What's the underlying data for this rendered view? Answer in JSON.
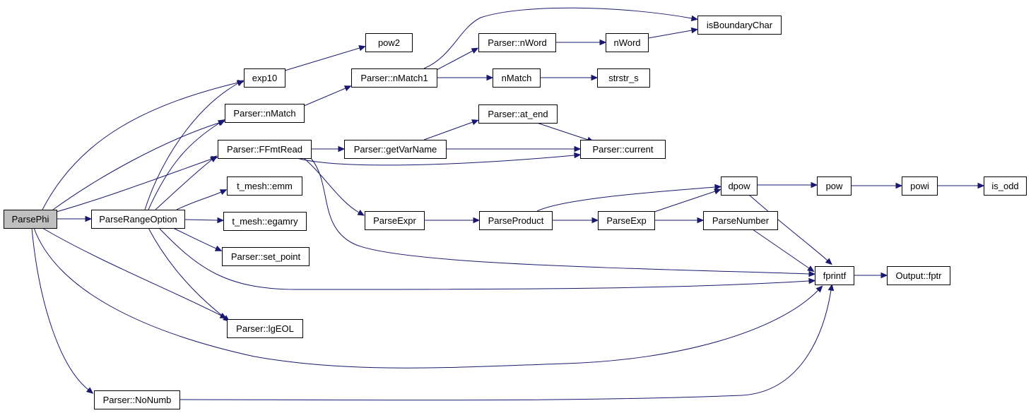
{
  "edge_color": "#191970",
  "root_fill": "#bfbfbf",
  "nodes": [
    {
      "id": "ParsePhi",
      "label": "ParsePhi"
    },
    {
      "id": "ParseRangeOption",
      "label": "ParseRangeOption"
    },
    {
      "id": "exp10",
      "label": "exp10"
    },
    {
      "id": "pow2",
      "label": "pow2"
    },
    {
      "id": "Parser_nMatch",
      "label": "Parser::nMatch"
    },
    {
      "id": "Parser_nMatch1",
      "label": "Parser::nMatch1"
    },
    {
      "id": "Parser_nWord",
      "label": "Parser::nWord"
    },
    {
      "id": "nWord",
      "label": "nWord"
    },
    {
      "id": "isBoundaryChar",
      "label": "isBoundaryChar"
    },
    {
      "id": "nMatch",
      "label": "nMatch"
    },
    {
      "id": "strstr_s",
      "label": "strstr_s"
    },
    {
      "id": "Parser_FFmtRead",
      "label": "Parser::FFmtRead"
    },
    {
      "id": "Parser_getVarName",
      "label": "Parser::getVarName"
    },
    {
      "id": "Parser_at_end",
      "label": "Parser::at_end"
    },
    {
      "id": "Parser_current",
      "label": "Parser::current"
    },
    {
      "id": "t_mesh_emm",
      "label": "t_mesh::emm"
    },
    {
      "id": "t_mesh_egamry",
      "label": "t_mesh::egamry"
    },
    {
      "id": "Parser_set_point",
      "label": "Parser::set_point"
    },
    {
      "id": "Parser_lgEOL",
      "label": "Parser::lgEOL"
    },
    {
      "id": "ParseExpr",
      "label": "ParseExpr"
    },
    {
      "id": "ParseProduct",
      "label": "ParseProduct"
    },
    {
      "id": "ParseExp",
      "label": "ParseExp"
    },
    {
      "id": "ParseNumber",
      "label": "ParseNumber"
    },
    {
      "id": "dpow",
      "label": "dpow"
    },
    {
      "id": "pow",
      "label": "pow"
    },
    {
      "id": "powi",
      "label": "powi"
    },
    {
      "id": "is_odd",
      "label": "is_odd"
    },
    {
      "id": "fprintf",
      "label": "fprintf"
    },
    {
      "id": "Output_fptr",
      "label": "Output::fptr"
    },
    {
      "id": "Parser_NoNumb",
      "label": "Parser::NoNumb"
    }
  ],
  "edges": [
    {
      "from": "ParsePhi",
      "to": "ParseRangeOption"
    },
    {
      "from": "ParsePhi",
      "to": "exp10"
    },
    {
      "from": "ParsePhi",
      "to": "Parser_nMatch"
    },
    {
      "from": "ParsePhi",
      "to": "Parser_FFmtRead"
    },
    {
      "from": "ParsePhi",
      "to": "Parser_lgEOL"
    },
    {
      "from": "ParsePhi",
      "to": "fprintf"
    },
    {
      "from": "ParsePhi",
      "to": "Parser_NoNumb"
    },
    {
      "from": "ParseRangeOption",
      "to": "exp10"
    },
    {
      "from": "ParseRangeOption",
      "to": "Parser_nMatch"
    },
    {
      "from": "ParseRangeOption",
      "to": "Parser_FFmtRead"
    },
    {
      "from": "ParseRangeOption",
      "to": "t_mesh_emm"
    },
    {
      "from": "ParseRangeOption",
      "to": "t_mesh_egamry"
    },
    {
      "from": "ParseRangeOption",
      "to": "Parser_set_point"
    },
    {
      "from": "ParseRangeOption",
      "to": "Parser_lgEOL"
    },
    {
      "from": "ParseRangeOption",
      "to": "fprintf"
    },
    {
      "from": "exp10",
      "to": "pow2"
    },
    {
      "from": "Parser_nMatch",
      "to": "Parser_nMatch1"
    },
    {
      "from": "Parser_nMatch1",
      "to": "isBoundaryChar"
    },
    {
      "from": "Parser_nMatch1",
      "to": "Parser_nWord"
    },
    {
      "from": "Parser_nMatch1",
      "to": "nMatch"
    },
    {
      "from": "Parser_nWord",
      "to": "nWord"
    },
    {
      "from": "nWord",
      "to": "isBoundaryChar"
    },
    {
      "from": "nMatch",
      "to": "strstr_s"
    },
    {
      "from": "Parser_FFmtRead",
      "to": "Parser_getVarName"
    },
    {
      "from": "Parser_FFmtRead",
      "to": "Parser_current"
    },
    {
      "from": "Parser_FFmtRead",
      "to": "ParseExpr"
    },
    {
      "from": "Parser_FFmtRead",
      "to": "fprintf"
    },
    {
      "from": "Parser_getVarName",
      "to": "Parser_at_end"
    },
    {
      "from": "Parser_getVarName",
      "to": "Parser_current"
    },
    {
      "from": "Parser_at_end",
      "to": "Parser_current"
    },
    {
      "from": "ParseExpr",
      "to": "ParseProduct"
    },
    {
      "from": "ParseProduct",
      "to": "dpow"
    },
    {
      "from": "ParseProduct",
      "to": "ParseExp"
    },
    {
      "from": "ParseExp",
      "to": "dpow"
    },
    {
      "from": "ParseExp",
      "to": "ParseNumber"
    },
    {
      "from": "ParseNumber",
      "to": "fprintf"
    },
    {
      "from": "dpow",
      "to": "pow"
    },
    {
      "from": "dpow",
      "to": "fprintf"
    },
    {
      "from": "pow",
      "to": "powi"
    },
    {
      "from": "powi",
      "to": "is_odd"
    },
    {
      "from": "fprintf",
      "to": "Output_fptr"
    },
    {
      "from": "Parser_NoNumb",
      "to": "fprintf"
    }
  ]
}
